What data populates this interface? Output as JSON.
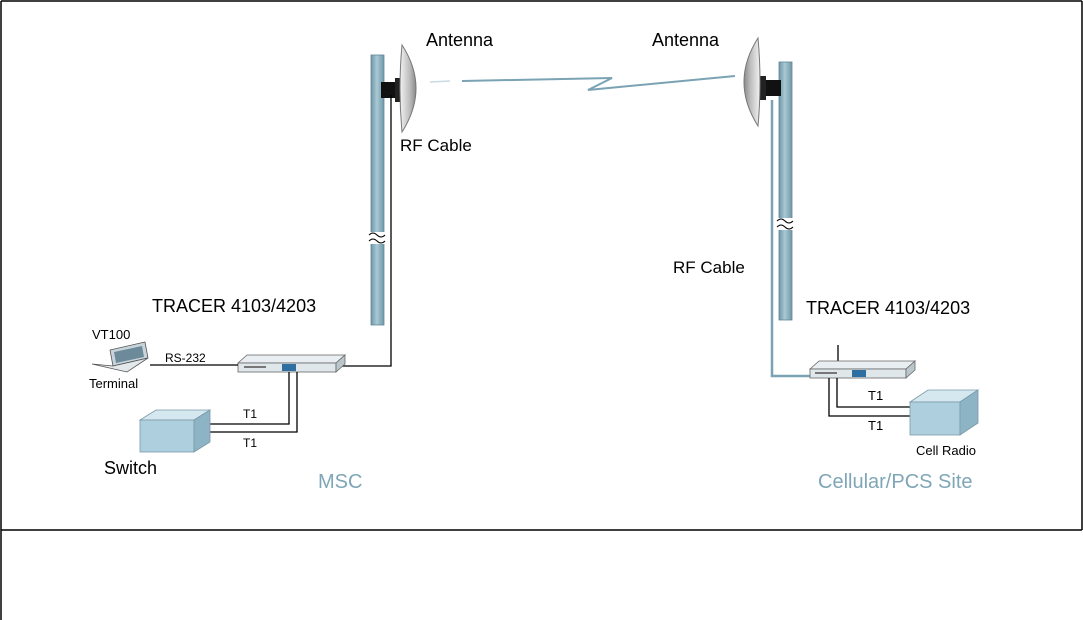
{
  "colors": {
    "pole": "#8fb3c0",
    "pole_edge": "#5f8796",
    "link": "#7aa3b4",
    "site_label": "#7fa6b7",
    "box_front": "#aecfdd",
    "box_top": "#d5e7ef",
    "box_side": "#8db4c4"
  },
  "left_site": {
    "antenna_label": "Antenna",
    "rf_cable_label": "RF Cable",
    "tracer_label": "TRACER 4103/4203",
    "terminal_model": "VT100",
    "terminal_label": "Terminal",
    "rs232_label": "RS-232",
    "t1_top": "T1",
    "t1_bottom": "T1",
    "switch_label": "Switch",
    "site_label": "MSC"
  },
  "right_site": {
    "antenna_label": "Antenna",
    "rf_cable_label": "RF Cable",
    "tracer_label": "TRACER 4103/4203",
    "t1_top": "T1",
    "t1_bottom": "T1",
    "cell_radio_label": "Cell Radio",
    "site_label": "Cellular/PCS Site"
  }
}
